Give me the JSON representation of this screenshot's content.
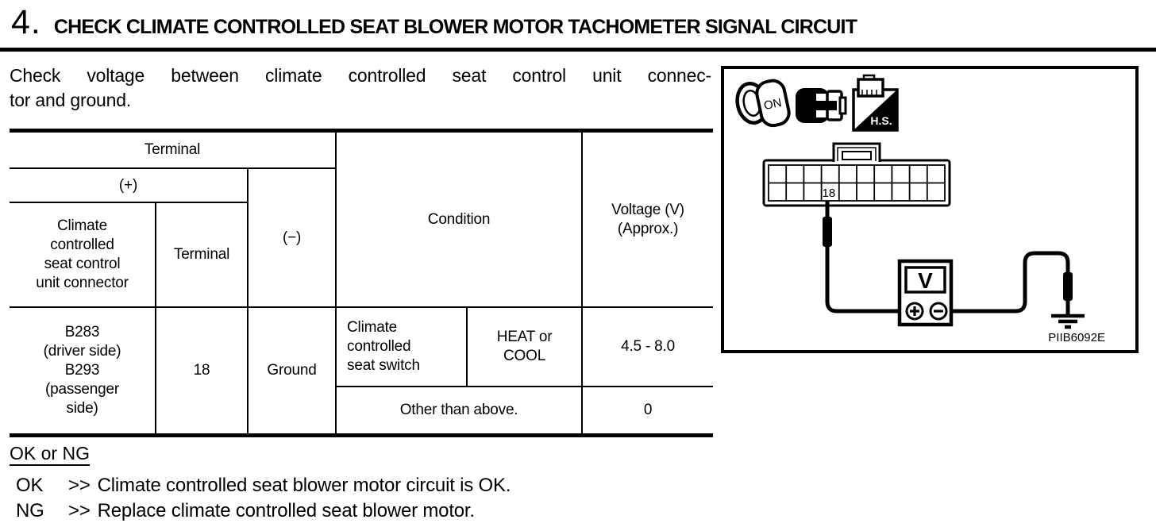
{
  "header": {
    "step_number": "4.",
    "title": "CHECK CLIMATE CONTROLLED SEAT BLOWER MOTOR TACHOMETER SIGNAL CIRCUIT"
  },
  "intro": {
    "line1": "Check voltage between climate controlled seat control unit connec-",
    "line2": "tor and ground."
  },
  "table": {
    "terminal_group": "Terminal",
    "plus": "(+)",
    "minus": "(−)",
    "connector_header": "Climate\ncontrolled\nseat control\nunit connector",
    "terminal_header": "Terminal",
    "condition_header": "Condition",
    "voltage_header": "Voltage (V)\n(Approx.)",
    "rows": {
      "connector_value": "B283\n(driver side)\nB293\n(passenger\nside)",
      "terminal_value": "18",
      "minus_value": "Ground",
      "condition_switch": "Climate\ncontrolled\nseat switch",
      "condition_mode": "HEAT or\nCOOL",
      "voltage_1": "4.5 - 8.0",
      "condition_other": "Other than above.",
      "voltage_2": "0"
    }
  },
  "results": {
    "heading": "OK or NG",
    "items": [
      {
        "label": "OK",
        "arrow": ">>",
        "text": "Climate controlled seat blower motor circuit is OK."
      },
      {
        "label": "NG",
        "arrow": ">>",
        "text": "Replace climate controlled seat blower motor."
      }
    ]
  },
  "figure": {
    "ignition_label": "ON",
    "hs_label": "H.S.",
    "pin_number": "18",
    "meter_display": "V",
    "figure_id": "PIIB6092E"
  }
}
